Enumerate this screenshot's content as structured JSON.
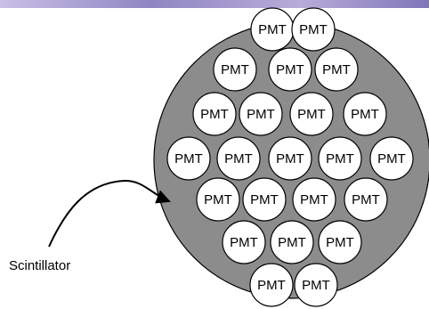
{
  "diagram": {
    "scintillator_label": "Scintillator",
    "tube_label": "PMT",
    "tubes": [
      {
        "row": 1,
        "index": 1
      },
      {
        "row": 1,
        "index": 2
      },
      {
        "row": 2,
        "index": 1
      },
      {
        "row": 2,
        "index": 2
      },
      {
        "row": 2,
        "index": 3
      },
      {
        "row": 3,
        "index": 1
      },
      {
        "row": 3,
        "index": 2
      },
      {
        "row": 3,
        "index": 3
      },
      {
        "row": 3,
        "index": 4
      },
      {
        "row": 4,
        "index": 1
      },
      {
        "row": 4,
        "index": 2
      },
      {
        "row": 4,
        "index": 3
      },
      {
        "row": 4,
        "index": 4
      },
      {
        "row": 4,
        "index": 5
      },
      {
        "row": 5,
        "index": 1
      },
      {
        "row": 5,
        "index": 2
      },
      {
        "row": 5,
        "index": 3
      },
      {
        "row": 5,
        "index": 4
      },
      {
        "row": 6,
        "index": 1
      },
      {
        "row": 6,
        "index": 2
      },
      {
        "row": 6,
        "index": 3
      },
      {
        "row": 7,
        "index": 1
      },
      {
        "row": 7,
        "index": 2
      }
    ],
    "colors": {
      "scintillator_fill": "#8c8c8c",
      "tube_fill": "#ffffff",
      "outline": "#000000",
      "banner": "#9b8fc4"
    }
  }
}
